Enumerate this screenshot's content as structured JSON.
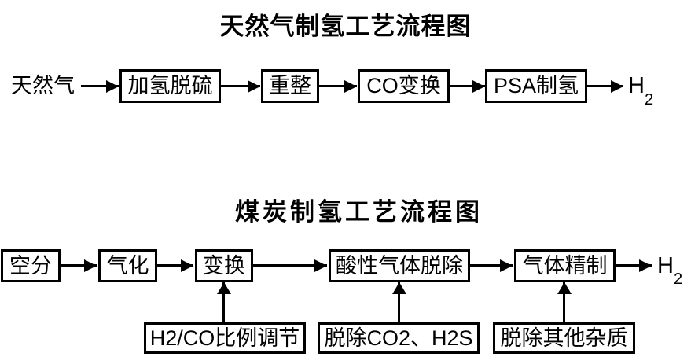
{
  "colors": {
    "background": "#ffffff",
    "line": "#000000",
    "text": "#000000"
  },
  "diagram1": {
    "title": "天然气制氢工艺流程图",
    "input_label": "天然气",
    "steps": [
      "加氢脱硫",
      "重整",
      "CO变换",
      "PSA制氢"
    ],
    "output": {
      "symbol": "H",
      "subscript": "2"
    }
  },
  "diagram2": {
    "title": "煤炭制氢工艺流程图",
    "steps": [
      "空分",
      "气化",
      "变换",
      "酸性气体脱除",
      "气体精制"
    ],
    "output": {
      "symbol": "H",
      "subscript": "2"
    },
    "sub_steps": [
      "H2/CO比例调节",
      "脱除CO2、H2S",
      "脱除其他杂质"
    ]
  }
}
